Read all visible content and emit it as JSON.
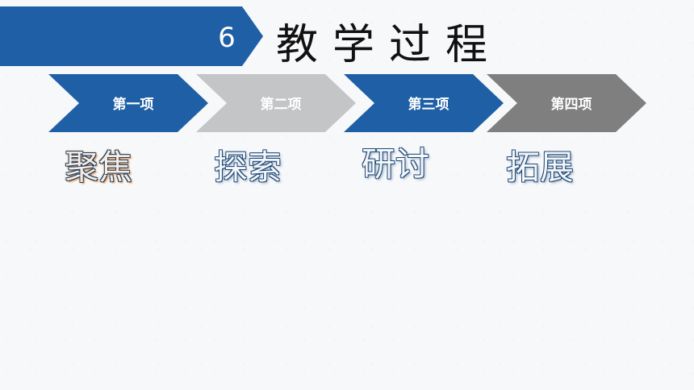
{
  "header": {
    "section_number": "6",
    "title": "教学过程"
  },
  "steps": [
    {
      "label": "第一项",
      "color": "#1f5fa6"
    },
    {
      "label": "第二项",
      "color": "#c4c5c7"
    },
    {
      "label": "第三项",
      "color": "#1f5fa6"
    },
    {
      "label": "第四项",
      "color": "#7f7f7f"
    }
  ],
  "words": [
    {
      "text": "聚焦",
      "state": "highlighted"
    },
    {
      "text": "探索",
      "state": "normal"
    },
    {
      "text": "研讨",
      "state": "normal"
    },
    {
      "text": "拓展",
      "state": "normal"
    }
  ],
  "colors": {
    "banner_blue": "#1f5fa6",
    "highlight_outline": "#e08a3c"
  }
}
